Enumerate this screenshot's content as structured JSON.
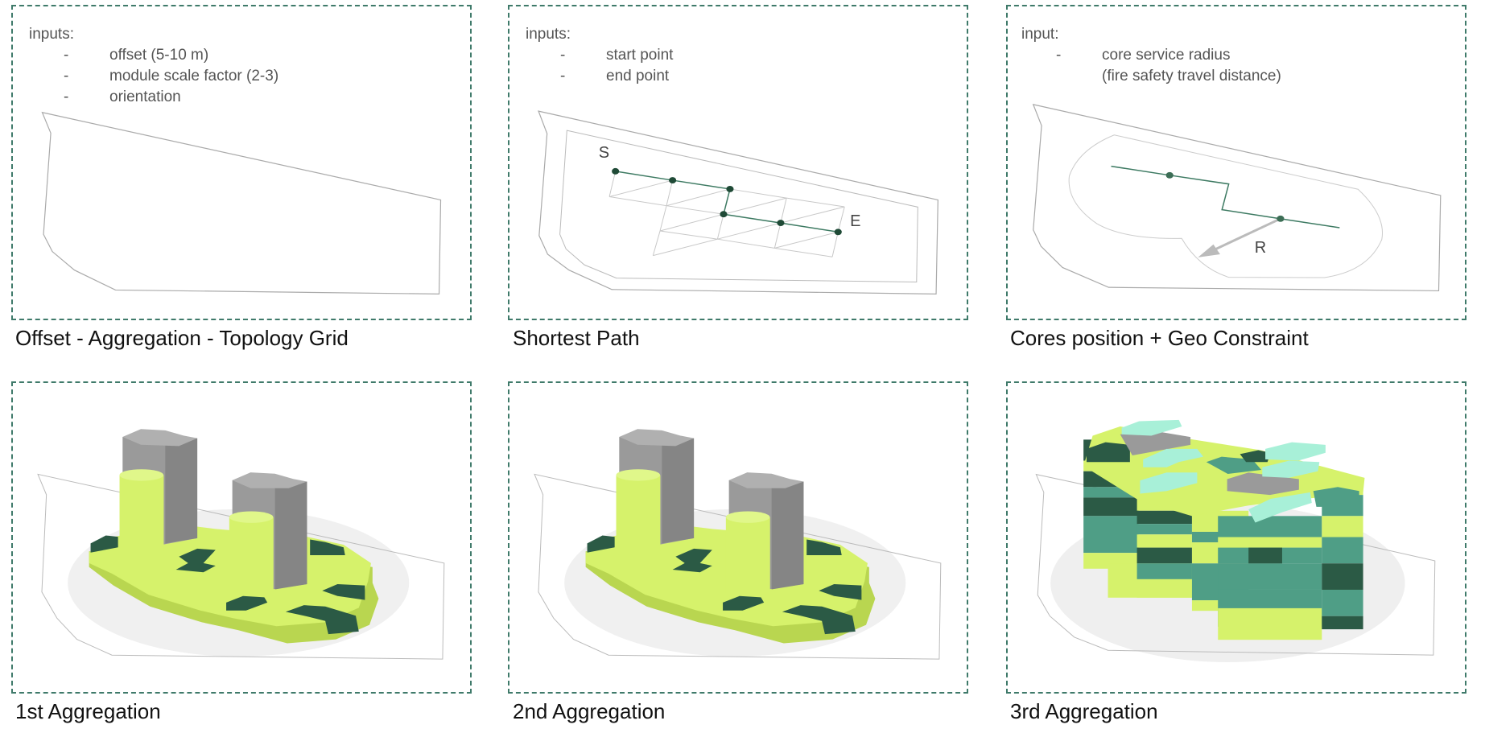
{
  "panels": [
    {
      "caption": "Offset - Aggregation - Topology Grid",
      "inputs_label": "inputs:",
      "items": [
        "offset (5-10 m)",
        "module scale factor (2-3)",
        "orientation"
      ],
      "dash": "-"
    },
    {
      "caption": "Shortest Path",
      "inputs_label": "inputs:",
      "items": [
        "start point",
        "end point"
      ],
      "dash": "-",
      "markers": {
        "start": "S",
        "end": "E"
      }
    },
    {
      "caption": "Cores position + Geo Constraint",
      "inputs_label": "input:",
      "items": [
        "core service radius",
        "(fire safety travel distance)"
      ],
      "dash": "-",
      "markers": {
        "radius": "R"
      }
    },
    {
      "caption": "1st Aggregation"
    },
    {
      "caption": "2nd Aggregation"
    },
    {
      "caption": "3rd Aggregation"
    }
  ],
  "colors": {
    "border": "#3f7a6a",
    "path": "#3d7a62",
    "node": "#1f4a36",
    "lime": "#d6f26b",
    "teal": "#4f9e86",
    "dark_green": "#2b5a45",
    "mint": "#a8f0d8",
    "core_gray": "#9a9a9a"
  }
}
